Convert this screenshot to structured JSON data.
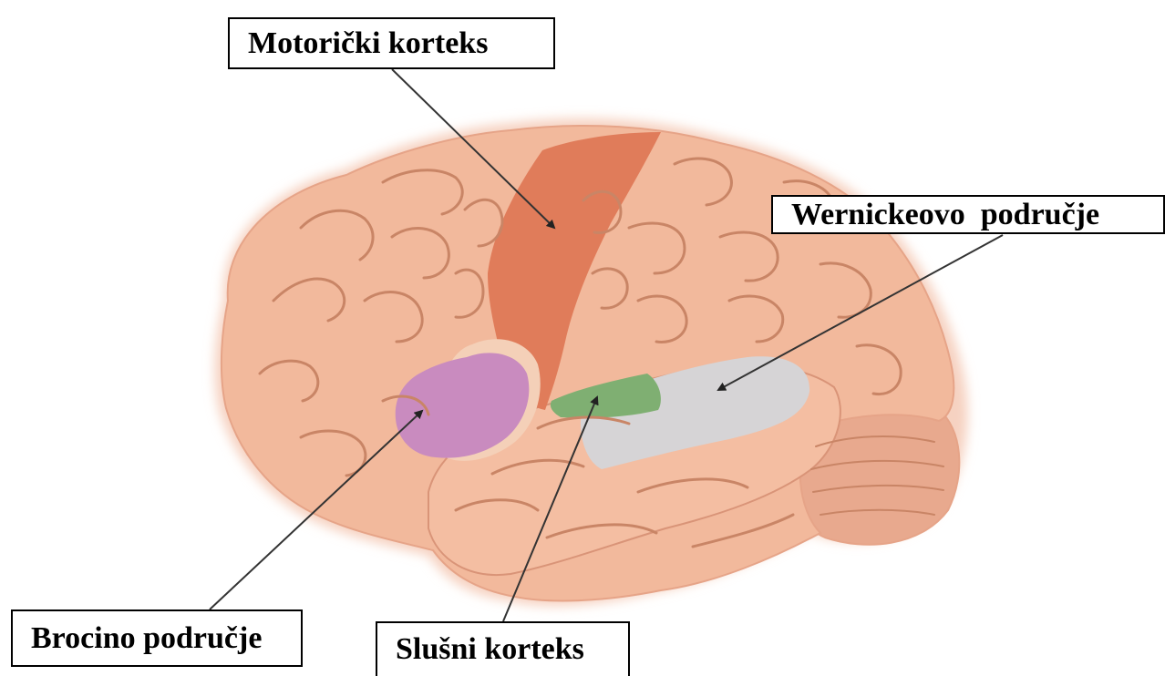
{
  "labels": {
    "motor_cortex": "Motorički korteks",
    "wernicke_area": "Wernickeovo  područje",
    "broca_area": "Brocino područje",
    "auditory_cortex": "Slušni korteks"
  },
  "colors": {
    "brain_base": "#f2b99c",
    "brain_outline": "#e6a488",
    "brain_glow": "#f6d2c1",
    "sulcus": "#c98566",
    "cerebellum": "#e8a98e",
    "motor_cortex": "#e07c5a",
    "broca_area": "#c98bbf",
    "auditory_cortex": "#7faf72",
    "wernicke_area": "#d6d4d6",
    "arrow": "#333333"
  }
}
